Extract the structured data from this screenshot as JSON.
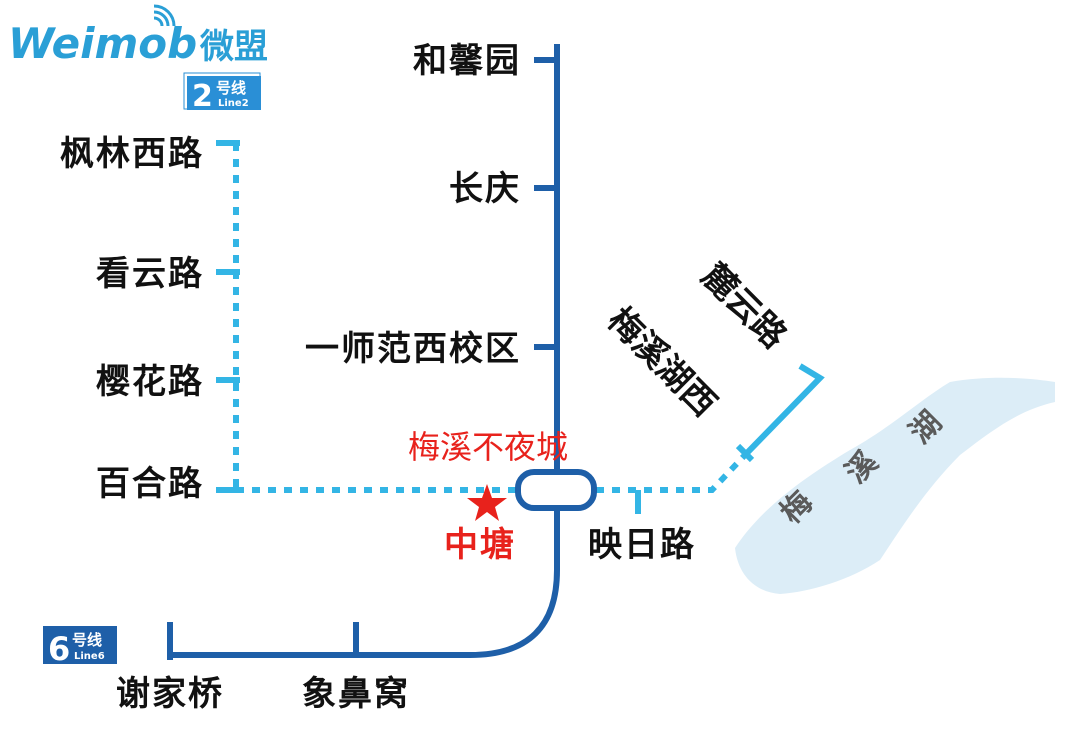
{
  "logo": {
    "text": "Weimob",
    "cn": "微盟",
    "color": "#2a9fd6"
  },
  "lines": {
    "line2": {
      "badge_num": "2",
      "badge_cn": "号线",
      "badge_en": "Line2",
      "color": "#33b5e5"
    },
    "line6": {
      "badge_num": "6",
      "badge_cn": "号线",
      "badge_en": "Line6",
      "color": "#1e5fa8"
    }
  },
  "stations": {
    "hexinyuan": "和馨园",
    "changqing": "长庆",
    "yishifan": "一师范西校区",
    "fenglin": "枫林西路",
    "kanyun": "看云路",
    "yinghua": "樱花路",
    "baihe": "百合路",
    "zhongtang": "中塘",
    "yingri": "映日路",
    "xiejiaqiao": "谢家桥",
    "xiangbiwo": "象鼻窝",
    "luyun": "麓云路",
    "meixihu_xi": "梅溪湖西"
  },
  "landmark": {
    "label": "梅溪不夜城",
    "color": "#e8221c"
  },
  "lake": {
    "label": "梅溪湖",
    "color": "#dcedf7"
  }
}
